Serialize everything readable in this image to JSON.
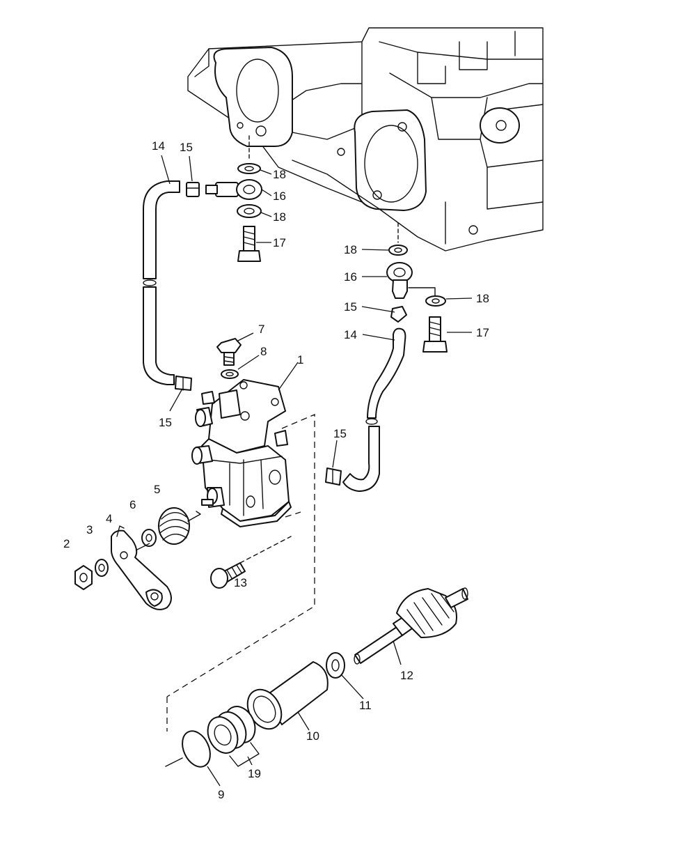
{
  "callouts": [
    {
      "id": "c14a",
      "text": "14"
    },
    {
      "id": "c15a",
      "text": "15"
    },
    {
      "id": "c18a",
      "text": "18"
    },
    {
      "id": "c16a",
      "text": "16"
    },
    {
      "id": "c18b",
      "text": "18"
    },
    {
      "id": "c17a",
      "text": "17"
    },
    {
      "id": "c18c",
      "text": "18"
    },
    {
      "id": "c16b",
      "text": "16"
    },
    {
      "id": "c18d",
      "text": "18"
    },
    {
      "id": "c15b",
      "text": "15"
    },
    {
      "id": "c14b",
      "text": "14"
    },
    {
      "id": "c17b",
      "text": "17"
    },
    {
      "id": "c7",
      "text": "7"
    },
    {
      "id": "c8",
      "text": "8"
    },
    {
      "id": "c1",
      "text": "1"
    },
    {
      "id": "c15c",
      "text": "15"
    },
    {
      "id": "c15d",
      "text": "15"
    },
    {
      "id": "c5",
      "text": "5"
    },
    {
      "id": "c6",
      "text": "6"
    },
    {
      "id": "c4",
      "text": "4"
    },
    {
      "id": "c3",
      "text": "3"
    },
    {
      "id": "c2",
      "text": "2"
    },
    {
      "id": "c13",
      "text": "13"
    },
    {
      "id": "c12",
      "text": "12"
    },
    {
      "id": "c11",
      "text": "11"
    },
    {
      "id": "c10",
      "text": "10"
    },
    {
      "id": "c19",
      "text": "19"
    },
    {
      "id": "c9",
      "text": "9"
    }
  ]
}
